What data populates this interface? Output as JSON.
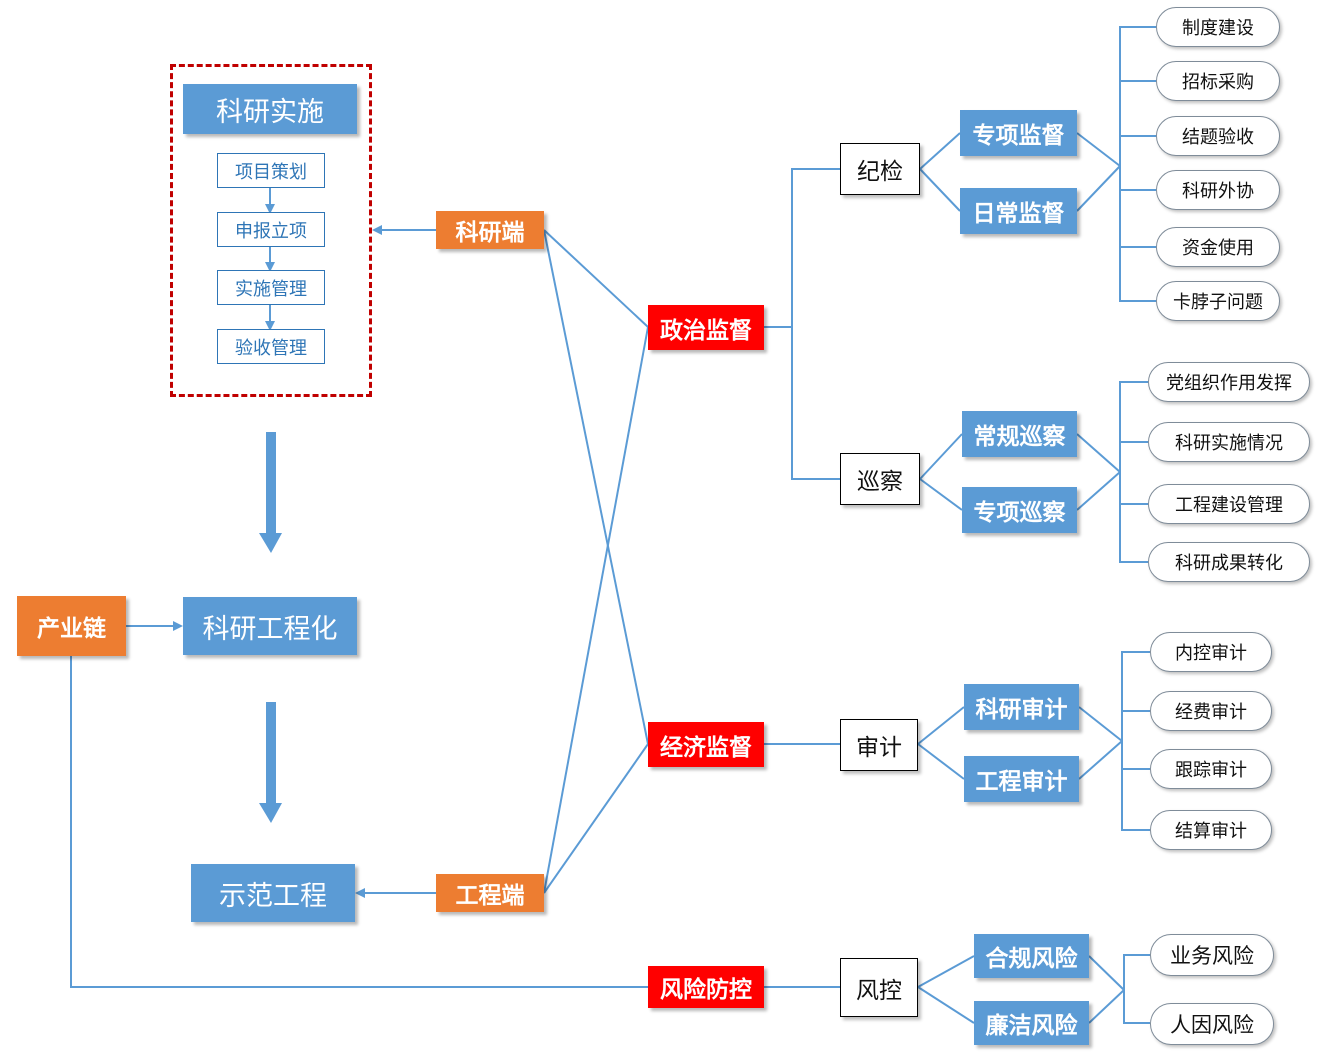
{
  "research_impl": {
    "title": "科研实施",
    "steps": [
      "项目策划",
      "申报立项",
      "实施管理",
      "验收管理"
    ]
  },
  "left": {
    "engineering": "科研工程化",
    "demo": "示范工程",
    "industry": "产业链"
  },
  "ends": {
    "research_end": "科研端",
    "engineering_end": "工程端"
  },
  "supervision": {
    "political": "政治监督",
    "economic": "经济监督",
    "risk": "风险防控"
  },
  "mid": {
    "discipline": "纪检",
    "inspection": "巡察",
    "audit": "审计",
    "risk_ctrl": "风控"
  },
  "sub": {
    "special_supervision": "专项监督",
    "daily_supervision": "日常监督",
    "regular_inspection": "常规巡察",
    "special_inspection": "专项巡察",
    "research_audit": "科研审计",
    "engineering_audit": "工程审计",
    "compliance_risk": "合规风险",
    "integrity_risk": "廉洁风险"
  },
  "leaves": {
    "discipline": [
      "制度建设",
      "招标采购",
      "结题验收",
      "科研外协",
      "资金使用",
      "卡脖子问题"
    ],
    "inspection": [
      "党组织作用发挥",
      "科研实施情况",
      "工程建设管理",
      "科研成果转化"
    ],
    "audit": [
      "内控审计",
      "经费审计",
      "跟踪审计",
      "结算审计"
    ],
    "risk": [
      "业务风险",
      "人因风险"
    ]
  },
  "colors": {
    "blue": "#5b9bd5",
    "orange": "#ed7d31",
    "red": "#ff0000",
    "line": "#5b9bd5",
    "dash": "#c00000"
  }
}
